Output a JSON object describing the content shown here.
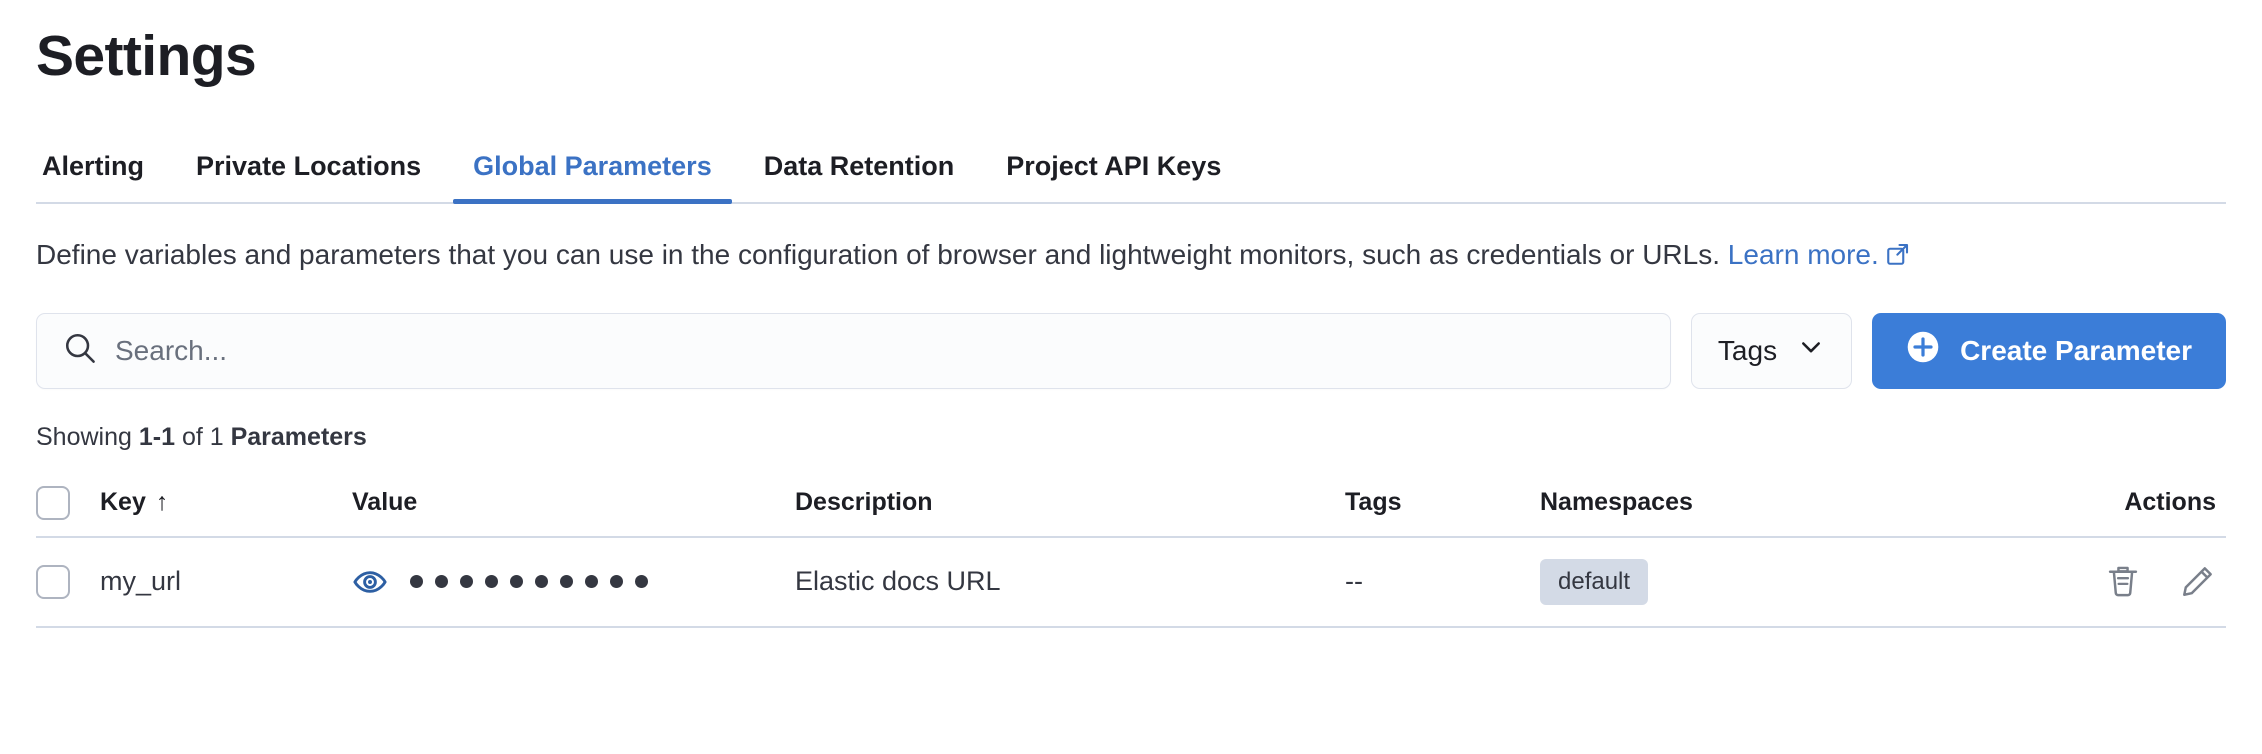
{
  "page": {
    "title": "Settings"
  },
  "tabs": [
    {
      "label": "Alerting",
      "active": false
    },
    {
      "label": "Private Locations",
      "active": false
    },
    {
      "label": "Global Parameters",
      "active": true
    },
    {
      "label": "Data Retention",
      "active": false
    },
    {
      "label": "Project API Keys",
      "active": false
    }
  ],
  "description": {
    "text": "Define variables and parameters that you can use in the configuration of browser and lightweight monitors, such as credentials or URLs. ",
    "link_label": "Learn more.",
    "link_icon": "external-link-icon"
  },
  "controls": {
    "search": {
      "placeholder": "Search...",
      "value": "",
      "icon": "search-icon"
    },
    "tags_filter": {
      "label": "Tags",
      "icon": "chevron-down-icon"
    },
    "create_button": {
      "label": "Create Parameter",
      "icon": "plus-circle-icon"
    }
  },
  "results": {
    "prefix": "Showing ",
    "range": "1-1",
    "middle": " of 1 ",
    "noun": "Parameters"
  },
  "table": {
    "columns": [
      {
        "label": "Key",
        "sort": "↑"
      },
      {
        "label": "Value"
      },
      {
        "label": "Description"
      },
      {
        "label": "Tags"
      },
      {
        "label": "Namespaces"
      },
      {
        "label": "Actions"
      }
    ],
    "rows": [
      {
        "key": "my_url",
        "value_masked_dots": 10,
        "value_toggle_icon": "eye-icon",
        "description": "Elastic docs URL",
        "tags": "--",
        "namespaces": [
          "default"
        ],
        "actions": [
          "trash-icon",
          "pencil-icon"
        ]
      }
    ]
  },
  "colors": {
    "accent_blue": "#3b72c4",
    "button_blue": "#3b7dd8",
    "eye_blue": "#2d5fa3",
    "border": "#d3dae6",
    "text": "#343741",
    "badge_bg": "#d3dae6"
  }
}
